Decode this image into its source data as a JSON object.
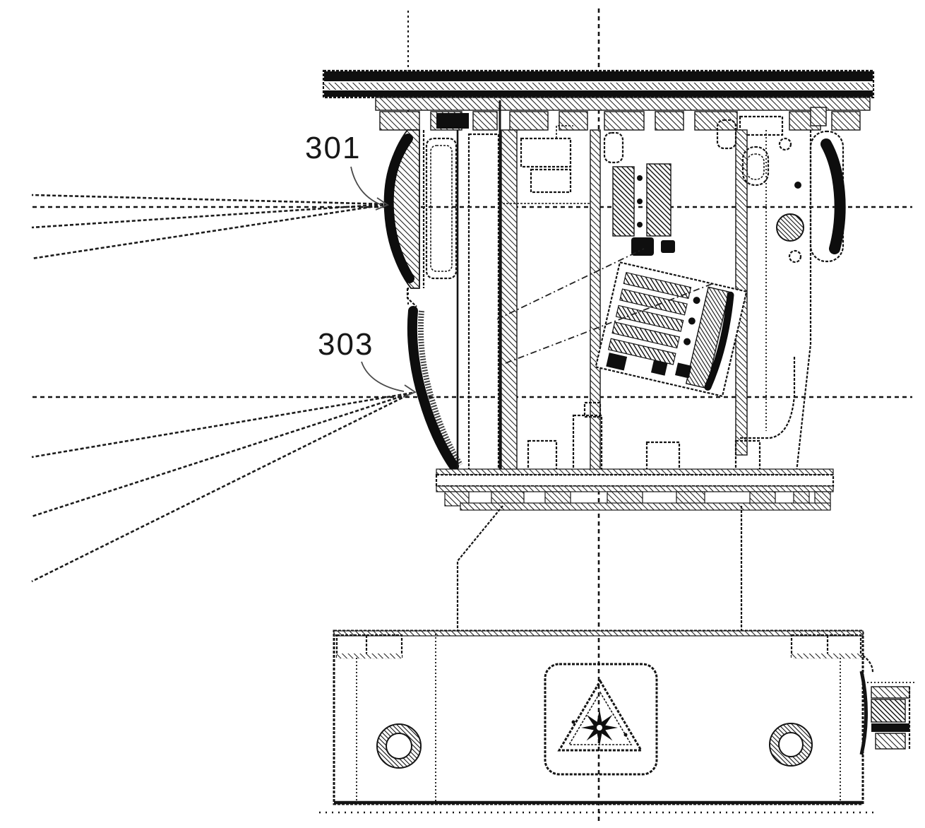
{
  "figure": {
    "kind": "patent-style line drawing of a laser sensor head on a base",
    "reference_labels": [
      {
        "text": "301"
      },
      {
        "text": "303"
      }
    ]
  },
  "icons": {
    "laser_warning": "laser-warning-triangle"
  },
  "colors": {
    "ink": "#141414",
    "background": "#ffffff"
  }
}
